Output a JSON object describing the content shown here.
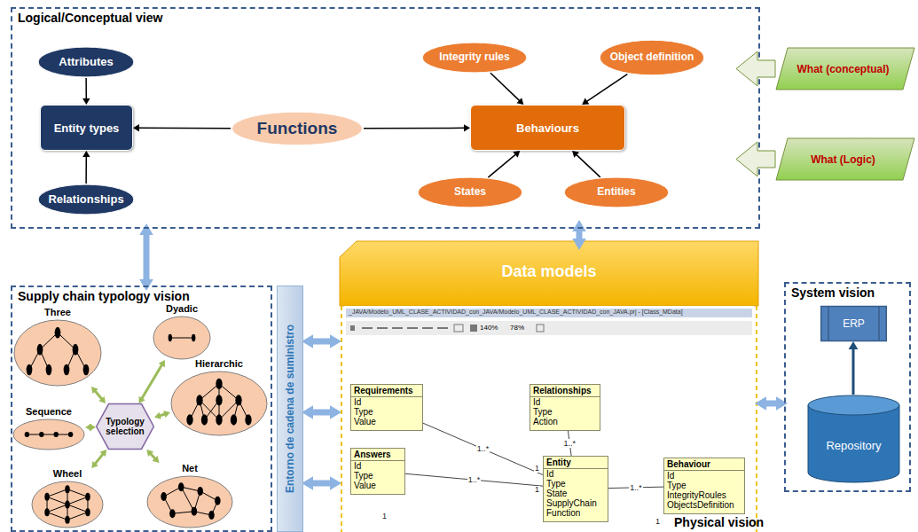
{
  "diagram": {
    "nodes": [
      {
        "text": [
          "Logical/Conceptual view"
        ]
      },
      {
        "text": [
          "Attributes"
        ],
        "in": 0
      },
      {
        "text": [
          "Entity types"
        ],
        "in": 0
      },
      {
        "text": [
          "Relationships"
        ],
        "in": 0
      },
      {
        "text": [
          "Functions"
        ],
        "in": 0
      },
      {
        "text": [
          "Integrity rules"
        ],
        "in": 0
      },
      {
        "text": [
          "Object definition"
        ],
        "in": 0
      },
      {
        "text": [
          "Behaviours"
        ],
        "in": 0
      },
      {
        "text": [
          "States"
        ],
        "in": 0
      },
      {
        "text": [
          "Entities"
        ],
        "in": 0
      },
      {
        "text": [
          "What (conceptual)"
        ]
      },
      {
        "text": [
          "What (Logic)"
        ]
      },
      {
        "text": [
          "Supply chain typology vision"
        ]
      },
      {
        "text": [
          "Three"
        ],
        "in": 12
      },
      {
        "text": [
          "Dyadic"
        ],
        "in": 12
      },
      {
        "text": [
          "Hierarchic"
        ],
        "in": 12
      },
      {
        "text": [
          "Sequence"
        ],
        "in": 12
      },
      {
        "text": [
          "Typology selection"
        ],
        "in": 12
      },
      {
        "text": [
          "Wheel"
        ],
        "in": 12
      },
      {
        "text": [
          "Net"
        ],
        "in": 12
      },
      {
        "text": [
          "Entorno de cadena de suministro"
        ]
      },
      {
        "text": [
          "Data models"
        ]
      },
      {
        "text": [
          "Requirements",
          "Id",
          "Type",
          "Value"
        ],
        "in": 21
      },
      {
        "text": [
          "Relationships",
          "Id",
          "Type",
          "Action"
        ],
        "in": 21
      },
      {
        "text": [
          "Answers",
          "Id",
          "Type",
          "Value"
        ],
        "in": 21
      },
      {
        "text": [
          "Entity",
          "Id",
          "Type",
          "State",
          "SupplyChain",
          "Function"
        ],
        "in": 21
      },
      {
        "text": [
          "Behaviour",
          "Id",
          "Type",
          "IntegrityRoules",
          "ObjectsDefinition"
        ],
        "in": 21
      },
      {
        "text": [
          "System vision"
        ]
      },
      {
        "text": [
          "ERP"
        ],
        "in": 27
      },
      {
        "text": [
          "Repository"
        ],
        "in": 27
      }
    ],
    "edges": [
      {
        "from": 1,
        "to": 2,
        "arrow": "to"
      },
      {
        "from": 3,
        "to": 2,
        "arrow": "to"
      },
      {
        "from": 4,
        "to": 2,
        "arrow": "to"
      },
      {
        "from": 4,
        "to": 7,
        "arrow": "to"
      },
      {
        "from": 5,
        "to": 7,
        "arrow": "to"
      },
      {
        "from": 6,
        "to": 7,
        "arrow": "to"
      },
      {
        "from": 8,
        "to": 7,
        "arrow": "to"
      },
      {
        "from": 9,
        "to": 7,
        "arrow": "to"
      },
      {
        "from": 0,
        "to": 12,
        "arrow": "both"
      },
      {
        "from": 0,
        "to": 21,
        "arrow": "both"
      },
      {
        "from": 17,
        "to": 13,
        "arrow": "both"
      },
      {
        "from": 17,
        "to": 14,
        "arrow": "both"
      },
      {
        "from": 17,
        "to": 15,
        "arrow": "both"
      },
      {
        "from": 17,
        "to": 16,
        "arrow": "both"
      },
      {
        "from": 17,
        "to": 18,
        "arrow": "both"
      },
      {
        "from": 17,
        "to": 19,
        "arrow": "both"
      },
      {
        "from": 20,
        "to": 21,
        "arrow": "both"
      },
      {
        "from": 20,
        "to": 21,
        "arrow": "both"
      },
      {
        "from": 20,
        "to": 21,
        "arrow": "both"
      },
      {
        "from": 21,
        "to": 27,
        "arrow": "both"
      },
      {
        "from": 29,
        "to": 28,
        "arrow": "to"
      },
      {
        "from": 22,
        "to": 25,
        "label": "1..*",
        "arrow": "none"
      },
      {
        "from": 23,
        "to": 25,
        "label": "1..*",
        "arrow": "none"
      },
      {
        "from": 24,
        "to": 25,
        "label": "1..*",
        "arrow": "none"
      },
      {
        "from": 25,
        "to": 26,
        "label": "1..*",
        "arrow": "none"
      }
    ],
    "labels": [
      "_JAVA/Modelo_UML_CLASE_ACTIVIDAD_con_JAVA/Modelo_UML_CLASE_ACTIVIDAD_con_JAVA.prj - [Class_MData]",
      "140%",
      "78%",
      "Physical vision",
      "1",
      "1",
      "1",
      "1"
    ]
  }
}
